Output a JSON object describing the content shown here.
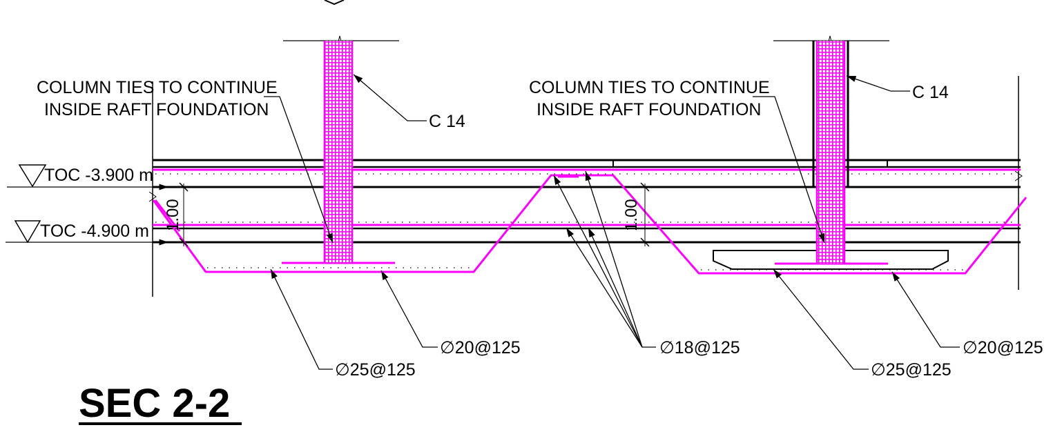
{
  "labels": {
    "column_ties_left_line1": "COLUMN TIES TO CONTINUE",
    "column_ties_left_line2": "INSIDE RAFT FOUNDATION",
    "column_ties_right_line1": "COLUMN TIES TO CONTINUE",
    "column_ties_right_line2": "INSIDE RAFT FOUNDATION",
    "column_left": "C 14",
    "column_right": "C 14",
    "toc_upper": "TOC -3.900 m",
    "toc_lower": "TOC -4.900 m",
    "dim_left": "1.00",
    "dim_middle": "1.00",
    "bar_top_mid": "∅18@125",
    "bar_bottom_left": "∅25@125",
    "bar_bottom_left_2": "∅20@125",
    "bar_bottom_right": "∅25@125",
    "bar_bottom_right_2": "∅20@125"
  },
  "title": "SEC 2-2",
  "colors": {
    "rebar": "#ff00ff",
    "lines": "#000000",
    "background": "#ffffff"
  }
}
